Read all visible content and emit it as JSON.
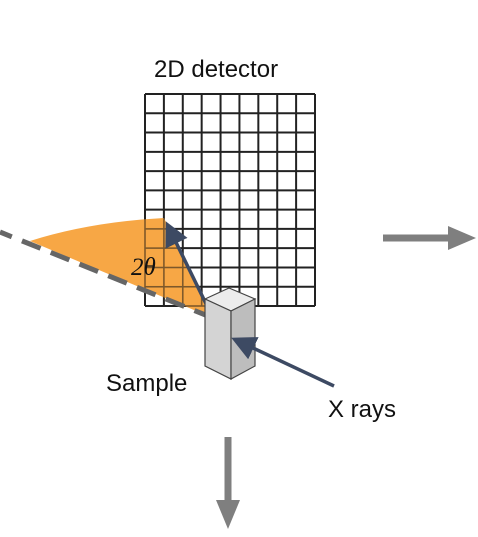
{
  "labels": {
    "detector": "2D detector",
    "sample": "Sample",
    "xrays": "X rays",
    "angle": "2θ"
  },
  "icons": {
    "incident_beam": "arrow",
    "diffracted_beam": "arrow",
    "axis_right": "arrow-right-icon",
    "axis_down": "arrow-down-icon"
  },
  "colors": {
    "angle_fill": "#f7a23b",
    "beam": "#3d4a63",
    "axis_arrow": "#7f7f7f",
    "dash_line": "#666666",
    "grid_line": "#222222",
    "sample_front": "#d4d4d4",
    "sample_side": "#bdbdbd",
    "sample_top": "#ececec",
    "sample_edge": "#444444"
  },
  "detector_grid": {
    "columns": 9,
    "rows": 11
  }
}
